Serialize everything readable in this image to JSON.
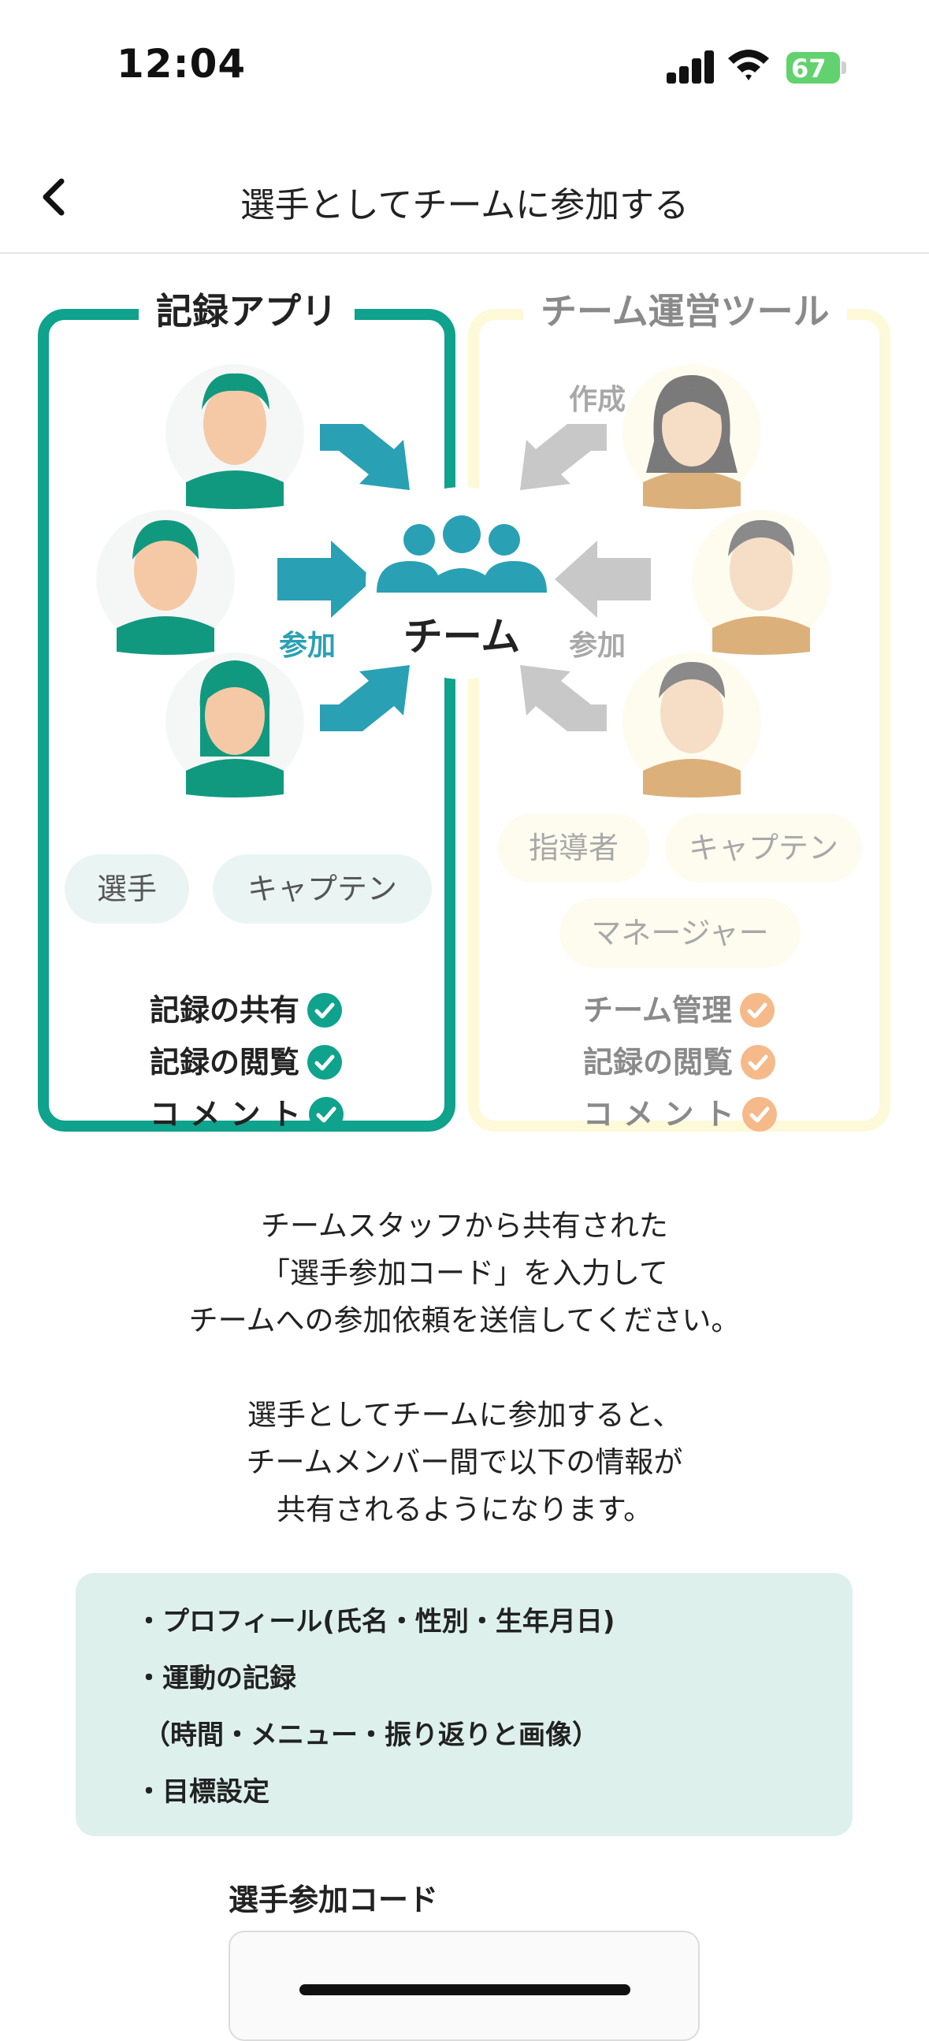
{
  "status_bar": {
    "time": "12:04",
    "battery": "67"
  },
  "header": {
    "title": "選手としてチームに参加する"
  },
  "illustration": {
    "left_panel": {
      "title": "記録アプリ",
      "arrow_label": "参加",
      "roles": [
        "選手",
        "キャプテン"
      ],
      "features": [
        "記録の共有",
        "記録の閲覧",
        "コ メ ン ト"
      ]
    },
    "center": {
      "label": "チーム"
    },
    "right_panel": {
      "title": "チーム運営ツール",
      "create_label": "作成",
      "arrow_label": "参加",
      "roles": [
        "指導者",
        "キャプテン",
        "マネージャー"
      ],
      "features": [
        "チーム管理",
        "記録の閲覧",
        "コ メ ン ト"
      ]
    },
    "colors": {
      "teal": "#0fa28c",
      "arrow_teal": "#2aa0b4",
      "orange_check": "#f5b98a",
      "gray_arrow": "#c8c8c8"
    }
  },
  "description": {
    "para1": [
      "チームスタッフから共有された",
      "「選手参加コード」を入力して",
      "チームへの参加依頼を送信してください。"
    ],
    "para2": [
      "選手としてチームに参加すると、",
      "チームメンバー間で以下の情報が",
      "共有されるようになります。"
    ]
  },
  "info_list": [
    "・プロフィール(氏名・性別・生年月日)",
    "・運動の記録",
    "（時間・メニュー・振り返りと画像）",
    "・目標設定"
  ],
  "code_field": {
    "label": "選手参加コード",
    "value": ""
  }
}
